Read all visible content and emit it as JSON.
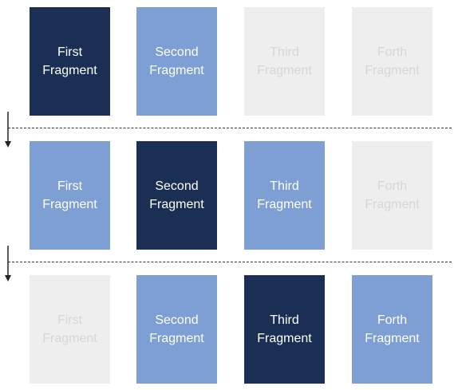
{
  "rows": [
    {
      "fragments": [
        {
          "label": "First\nFragment",
          "state": "active"
        },
        {
          "label": "Second\nFragment",
          "state": "neighbor"
        },
        {
          "label": "Third\nFragment",
          "state": "inactive"
        },
        {
          "label": "Forth\nFragment",
          "state": "inactive"
        }
      ]
    },
    {
      "fragments": [
        {
          "label": "First\nFragment",
          "state": "neighbor"
        },
        {
          "label": "Second\nFragment",
          "state": "active"
        },
        {
          "label": "Third\nFragment",
          "state": "neighbor"
        },
        {
          "label": "Forth\nFragment",
          "state": "inactive"
        }
      ]
    },
    {
      "fragments": [
        {
          "label": "First\nFragment",
          "state": "inactive"
        },
        {
          "label": "Second\nFragment",
          "state": "neighbor"
        },
        {
          "label": "Third\nFragment",
          "state": "active"
        },
        {
          "label": "Forth\nFragment",
          "state": "neighbor"
        }
      ]
    }
  ],
  "colors": {
    "active": "#1b2f55",
    "neighbor": "#7e9fd3",
    "inactive": "#eeeeee",
    "inactive_text": "#d6d6d6",
    "divider": "#333333"
  },
  "icons": {
    "step_arrow": "arrow-down-icon"
  }
}
